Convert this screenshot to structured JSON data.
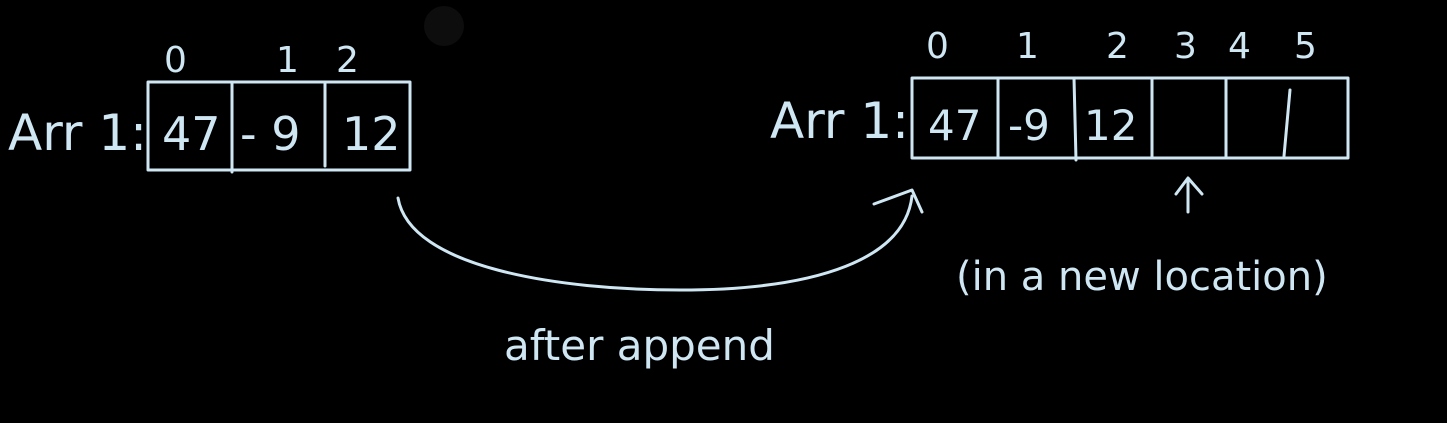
{
  "ink_color": "#cfe6f3",
  "background_color": "#000000",
  "left_array": {
    "label": "Arr 1:",
    "indices": [
      "0",
      "1",
      "2"
    ],
    "cells": [
      "47",
      "- 9",
      "12"
    ]
  },
  "right_array": {
    "label": "Arr 1:",
    "indices": [
      "0",
      "1",
      "2",
      "3",
      "4",
      "5"
    ],
    "cells": [
      "47",
      "-9",
      "12",
      "",
      "",
      ""
    ]
  },
  "transition_caption": "after append",
  "location_note": "(in a new location)"
}
